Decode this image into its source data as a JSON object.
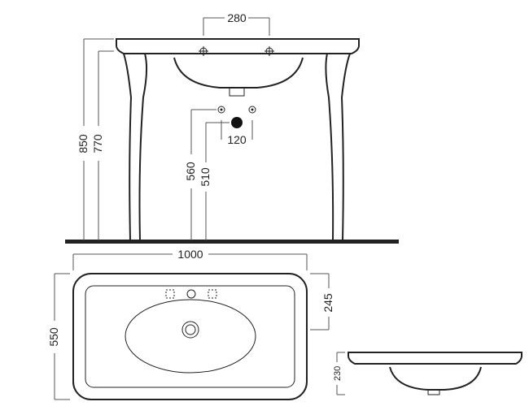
{
  "front_view": {
    "width_tap_spacing": "280",
    "height_total": "850",
    "height_basin": "770",
    "height_waste": "560",
    "height_supply": "510",
    "supply_spacing": "120"
  },
  "top_view": {
    "width": "1000",
    "depth": "550",
    "depth_to_centre": "245"
  },
  "side_view": {
    "basin_height": "230"
  }
}
